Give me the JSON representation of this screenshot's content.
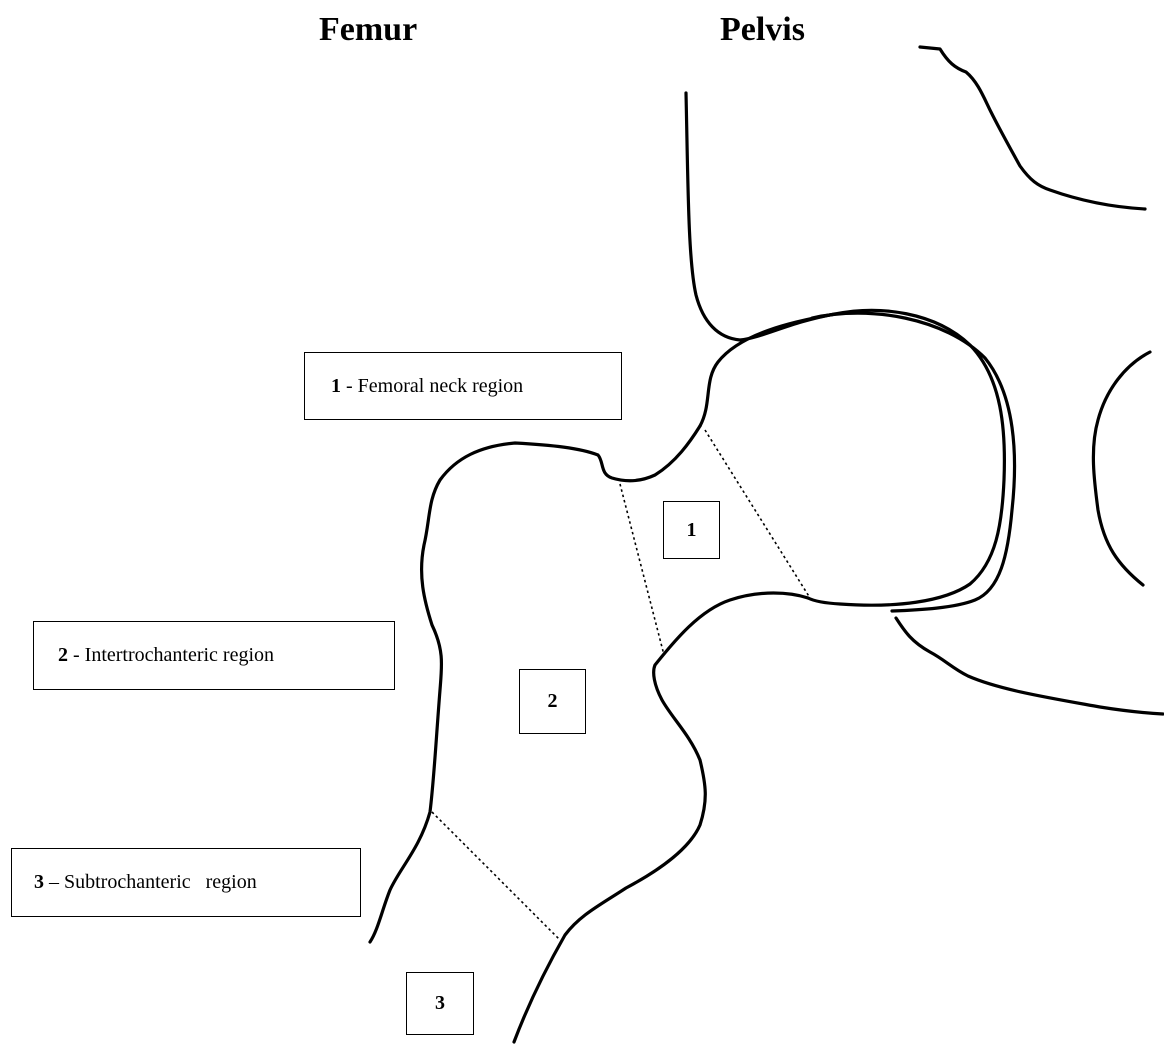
{
  "headings": {
    "femur": "Femur",
    "pelvis": "Pelvis"
  },
  "legend": [
    {
      "num": "1",
      "sep": " - ",
      "text": "Femoral neck region"
    },
    {
      "num": "2",
      "sep": " - ",
      "text": "Intertrochanteric region"
    },
    {
      "num": "3",
      "sep": " – ",
      "text": "Subtrochanteric   region"
    }
  ],
  "region_markers": [
    "1",
    "2",
    "3"
  ],
  "colors": {
    "stroke": "#000000",
    "background": "#ffffff"
  }
}
